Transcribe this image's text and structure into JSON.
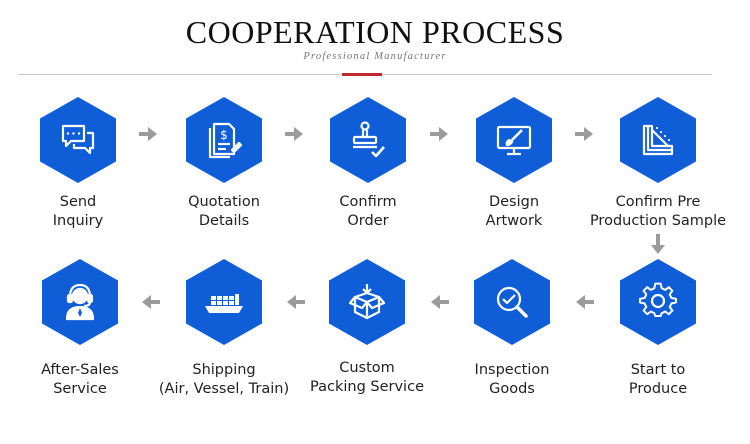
{
  "header": {
    "title": "COOPERATION PROCESS",
    "subtitle": "Professional Manufacturer"
  },
  "colors": {
    "accent": "#0f5ed8",
    "arrow": "#9b9b9b",
    "rule_accent": "#c0282f"
  },
  "steps": [
    {
      "line1": "Send",
      "line2": "Inquiry",
      "icon": "chat-bubbles-icon"
    },
    {
      "line1": "Quotation",
      "line2": "Details",
      "icon": "quotation-document-icon"
    },
    {
      "line1": "Confirm",
      "line2": "Order",
      "icon": "stamp-check-icon"
    },
    {
      "line1": "Design",
      "line2": "Artwork",
      "icon": "monitor-brush-icon"
    },
    {
      "line1": "Confirm Pre",
      "line2": "Production Sample",
      "icon": "fabric-sample-icon"
    },
    {
      "line1": "Start to",
      "line2": "Produce",
      "icon": "gear-icon"
    },
    {
      "line1": "Inspection",
      "line2": "Goods",
      "icon": "magnifier-check-icon"
    },
    {
      "line1": "Custom",
      "line2": "Packing Service",
      "icon": "box-icon"
    },
    {
      "line1": "Shipping",
      "line2": "(Air, Vessel, Train)",
      "icon": "cargo-ship-icon"
    },
    {
      "line1": "After-Sales",
      "line2": "Service",
      "icon": "headset-agent-icon"
    }
  ]
}
